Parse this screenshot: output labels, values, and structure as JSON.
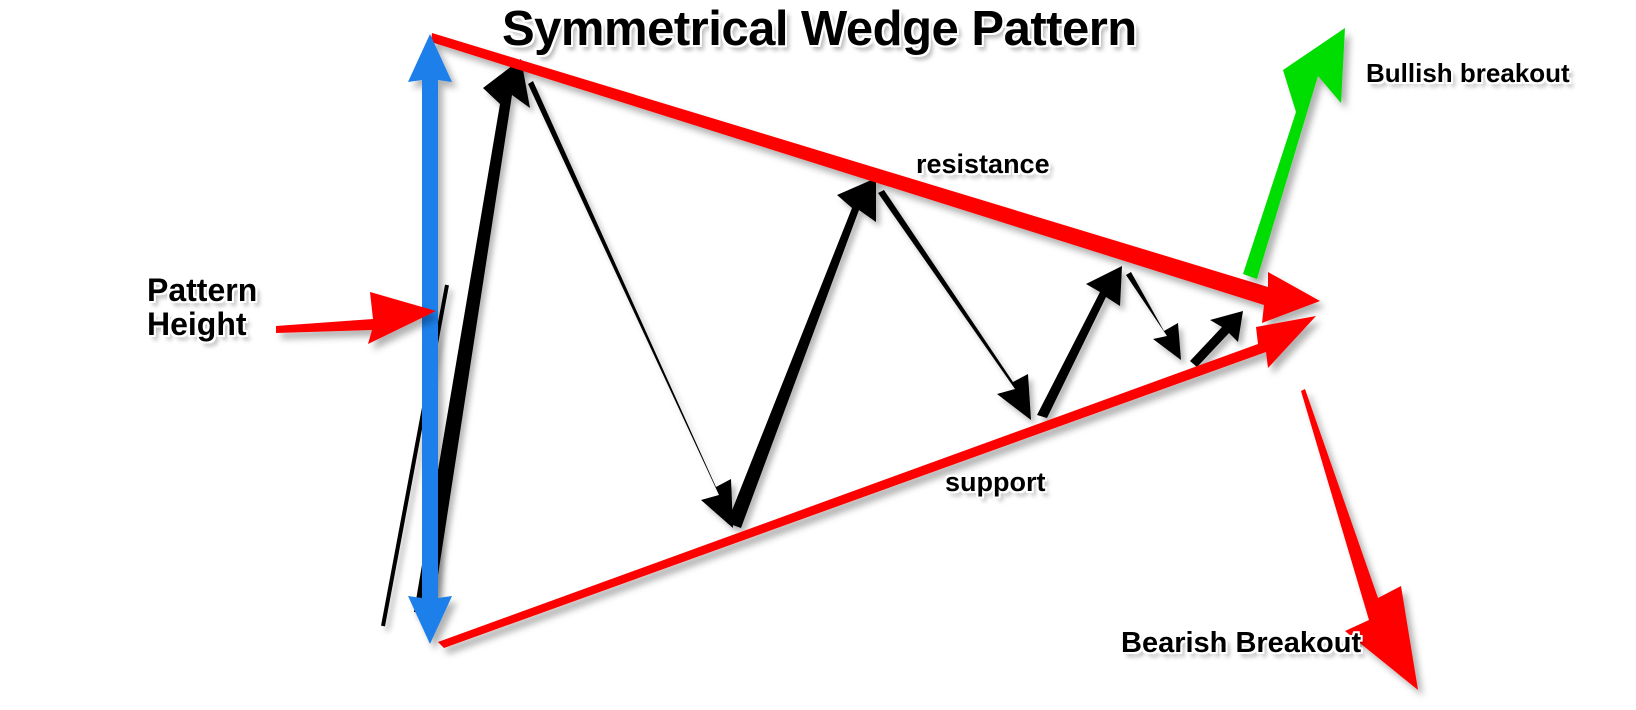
{
  "title": "Symmetrical Wedge Pattern",
  "labels": {
    "pattern_height": "Pattern\nHeight",
    "resistance": "resistance",
    "support": "support",
    "bullish_breakout": "Bullish breakout",
    "bearish_breakout": "Bearish Breakout"
  },
  "colors": {
    "resistance_line": "#FF0000",
    "support_line": "#FF0000",
    "pattern_height_arrow": "#1A7FEA",
    "bullish_arrow": "#00DD00",
    "bearish_arrow": "#FF0000",
    "price_action": "#000000",
    "background": "#FFFFFF",
    "text": "#000000"
  },
  "chart_data": {
    "type": "diagram",
    "title": "Symmetrical Wedge Pattern",
    "pattern": "symmetrical wedge (triangle)",
    "trendlines": [
      {
        "name": "resistance",
        "label": "resistance",
        "slope": "descending",
        "color": "#FF0000",
        "from": [
          432,
          35
        ],
        "to": [
          1318,
          300
        ]
      },
      {
        "name": "support",
        "label": "support",
        "slope": "ascending",
        "color": "#FF0000",
        "from": [
          440,
          640
        ],
        "to": [
          1318,
          330
        ]
      }
    ],
    "pattern_height": {
      "label": "Pattern Height",
      "measured_from": [
        430,
        35
      ],
      "measured_to": [
        430,
        643
      ],
      "color": "#1A7FEA",
      "arrow": "double-headed vertical"
    },
    "price_swings": [
      {
        "kind": "up",
        "from": [
          418,
          608
        ],
        "to": [
          520,
          62
        ],
        "weight": "thick"
      },
      {
        "kind": "down",
        "from": [
          532,
          82
        ],
        "to": [
          728,
          525
        ],
        "weight": "thick"
      },
      {
        "kind": "up",
        "from": [
          735,
          520
        ],
        "to": [
          872,
          180
        ],
        "weight": "thick"
      },
      {
        "kind": "down",
        "from": [
          882,
          192
        ],
        "to": [
          1028,
          418
        ],
        "weight": "thick"
      },
      {
        "kind": "up",
        "from": [
          1040,
          412
        ],
        "to": [
          1118,
          268
        ],
        "weight": "thick"
      },
      {
        "kind": "down",
        "from": [
          1128,
          276
        ],
        "to": [
          1180,
          356
        ],
        "weight": "thick"
      },
      {
        "kind": "up",
        "from": [
          1192,
          360
        ],
        "to": [
          1238,
          313
        ],
        "weight": "thick"
      }
    ],
    "breakouts": [
      {
        "name": "bullish_breakout",
        "label": "Bullish breakout",
        "direction": "up-right",
        "color": "#00DD00",
        "from": [
          1245,
          272
        ],
        "to": [
          1344,
          28
        ]
      },
      {
        "name": "bearish_breakout",
        "label": "Bearish Breakout",
        "direction": "down-right",
        "color": "#FF0000",
        "from": [
          1307,
          390
        ],
        "to": [
          1420,
          690
        ]
      }
    ],
    "pointer_arrow": {
      "name": "pattern-height-pointer",
      "color": "#FF0000",
      "from": [
        276,
        326
      ],
      "to": [
        434,
        310
      ]
    }
  }
}
